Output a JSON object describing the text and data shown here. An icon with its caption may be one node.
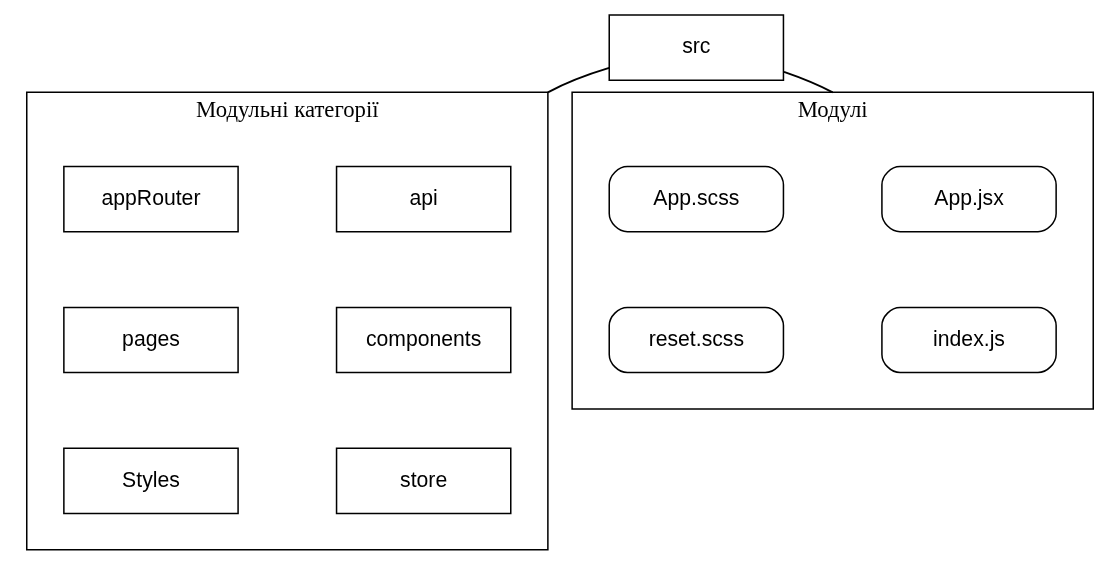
{
  "diagram": {
    "nodes": [
      {
        "text": [
          "src"
        ]
      },
      {
        "text": [
          "Модульні категорії"
        ]
      },
      {
        "text": [
          "api"
        ],
        "in": 1
      },
      {
        "text": [
          "appRouter"
        ],
        "in": 1
      },
      {
        "text": [
          "components"
        ],
        "in": 1
      },
      {
        "text": [
          "pages"
        ],
        "in": 1
      },
      {
        "text": [
          "store"
        ],
        "in": 1
      },
      {
        "text": [
          "Styles"
        ],
        "in": 1
      },
      {
        "text": [
          "Модулі"
        ]
      },
      {
        "text": [
          "App.jsx"
        ],
        "in": 8
      },
      {
        "text": [
          "App.scss"
        ],
        "in": 8
      },
      {
        "text": [
          "index.js"
        ],
        "in": 8
      },
      {
        "text": [
          "reset.scss"
        ],
        "in": 8
      }
    ],
    "edges": [
      {
        "from": 0,
        "to": 1,
        "arrow": "none"
      },
      {
        "from": 0,
        "to": 8,
        "arrow": "none"
      }
    ]
  }
}
